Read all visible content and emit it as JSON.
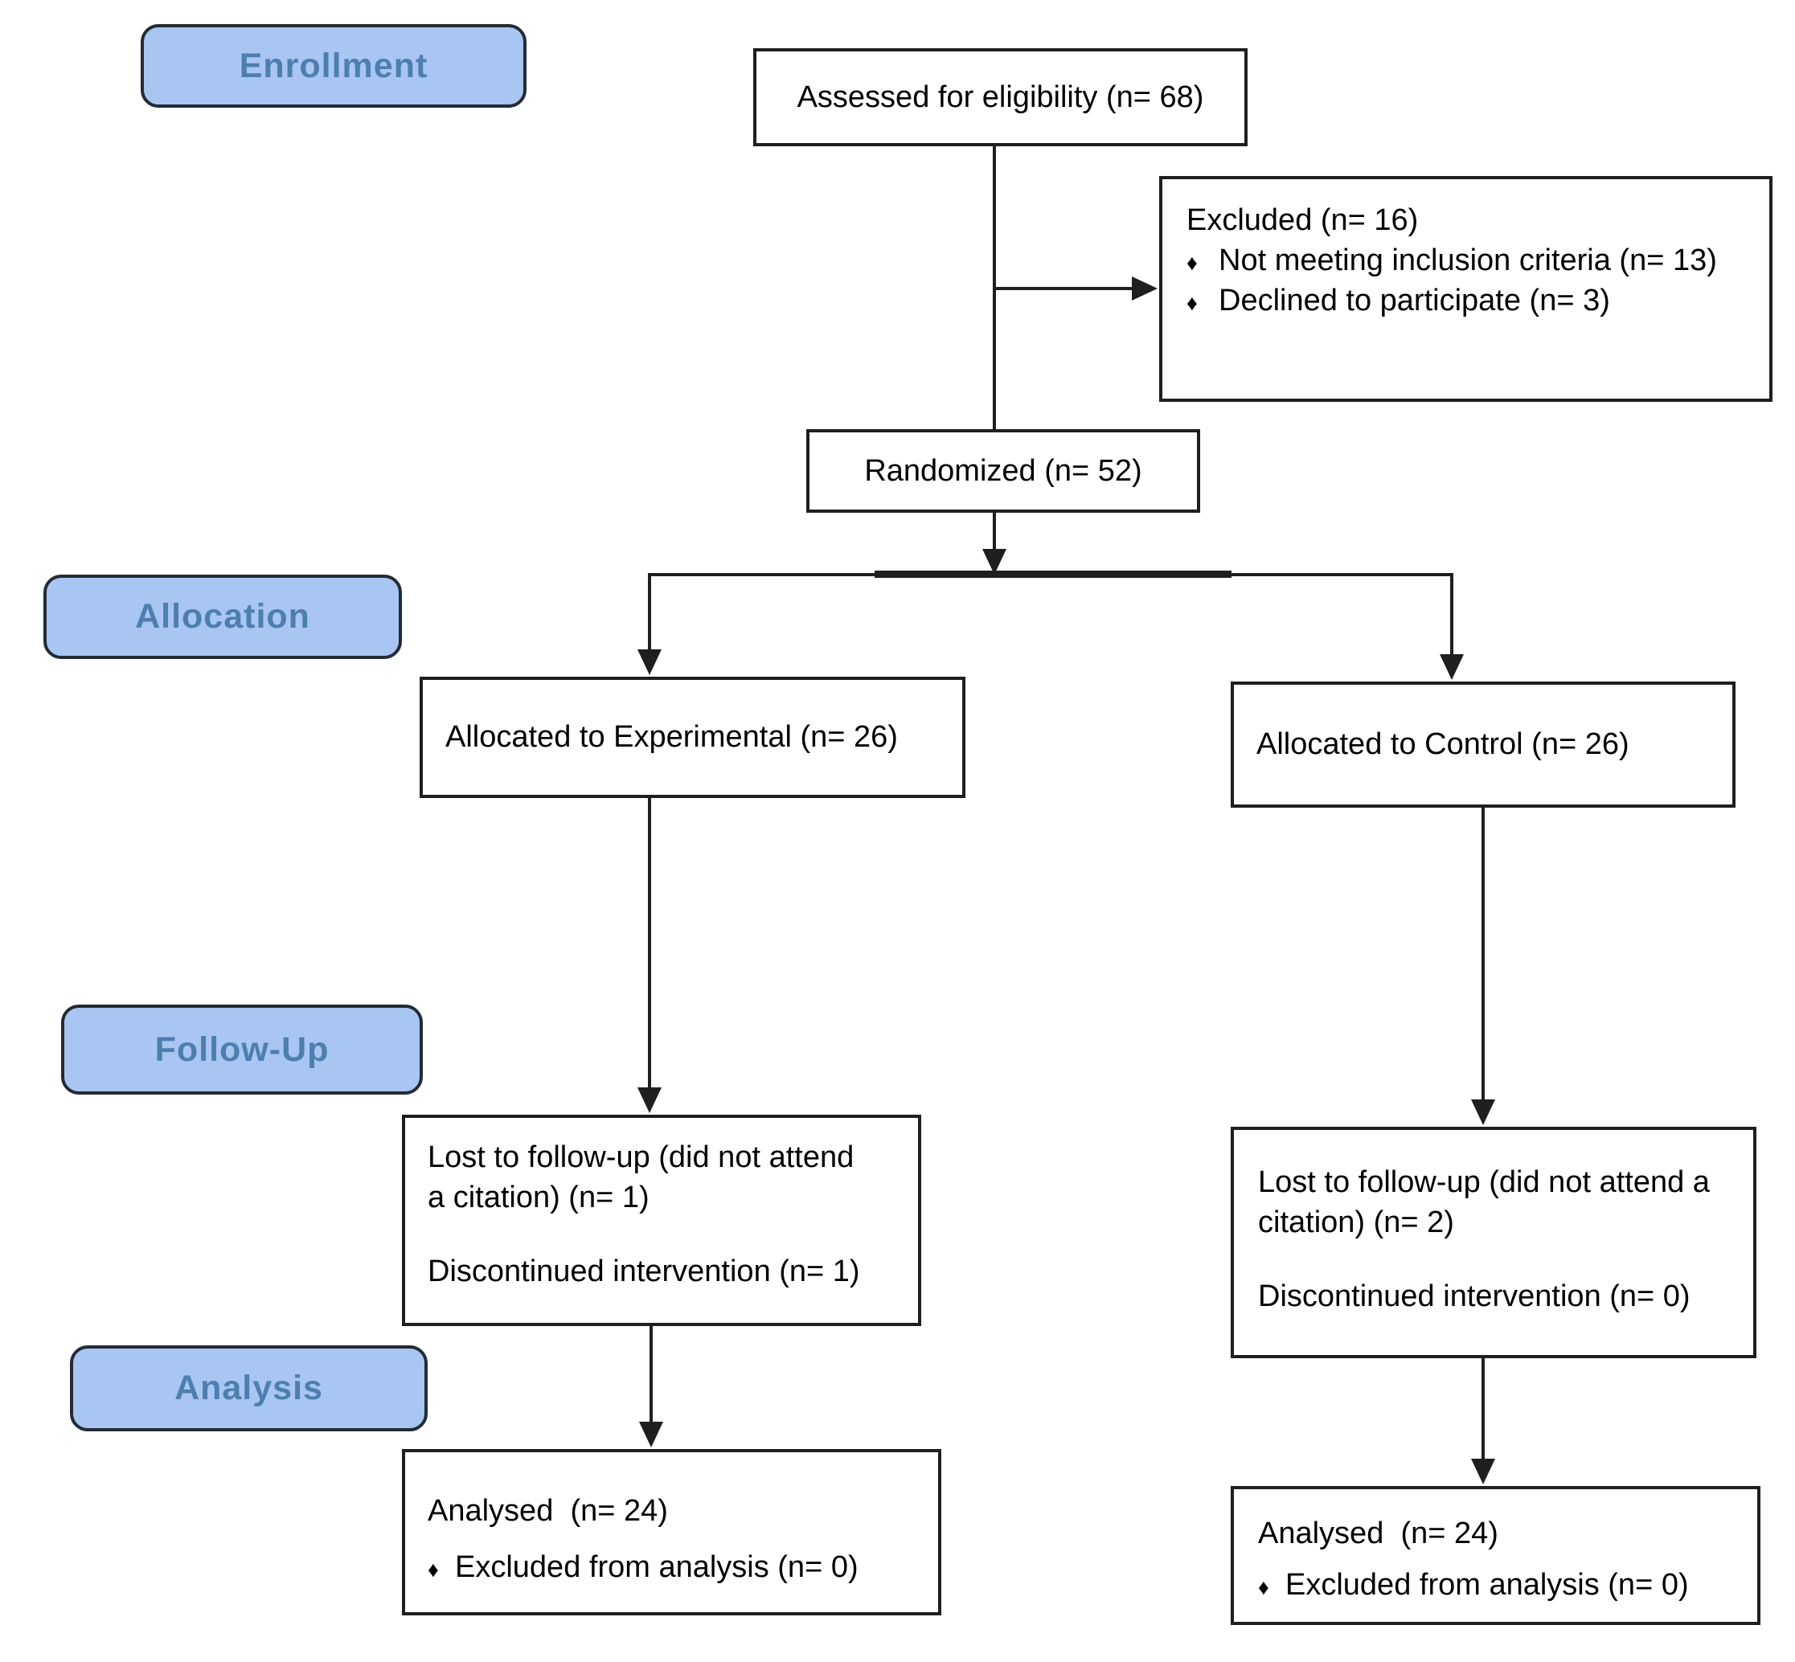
{
  "palette": {
    "stage_fill": "#a9c5f1",
    "stage_text": "#4d7fae",
    "stage_border": "#232b35",
    "box_border": "#1f1f1f",
    "line_color": "#1f1f1f",
    "text_color": "#000000",
    "background": "#ffffff"
  },
  "stages": {
    "enrollment": "Enrollment",
    "allocation": "Allocation",
    "followup": "Follow-Up",
    "analysis": "Analysis"
  },
  "boxes": {
    "assessed": "Assessed for eligibility (n= 68)",
    "excluded": {
      "title": "Excluded (n= 16)",
      "bullet": "♦",
      "items": [
        "Not meeting inclusion criteria (n= 13)",
        "Declined to participate (n= 3)"
      ]
    },
    "randomized": "Randomized (n= 52)",
    "allocation_experimental": "Allocated to Experimental (n= 26)",
    "allocation_control": "Allocated to Control (n= 26)",
    "followup_experimental": {
      "lost_line1": "Lost to follow-up (did not attend",
      "lost_line2": "a citation) (n= 1)",
      "discontinued": "Discontinued intervention (n= 1)"
    },
    "followup_control": {
      "lost_line1": "Lost to follow-up (did not attend a",
      "lost_line2": "citation) (n= 2)",
      "discontinued": "Discontinued intervention (n= 0)"
    },
    "analysis_experimental": {
      "title": "Analysed  (n= 24)",
      "bullet": "♦",
      "item": "Excluded from analysis (n= 0)"
    },
    "analysis_control": {
      "title": "Analysed  (n= 24)",
      "bullet": "♦",
      "item": "Excluded from analysis (n= 0)"
    }
  }
}
